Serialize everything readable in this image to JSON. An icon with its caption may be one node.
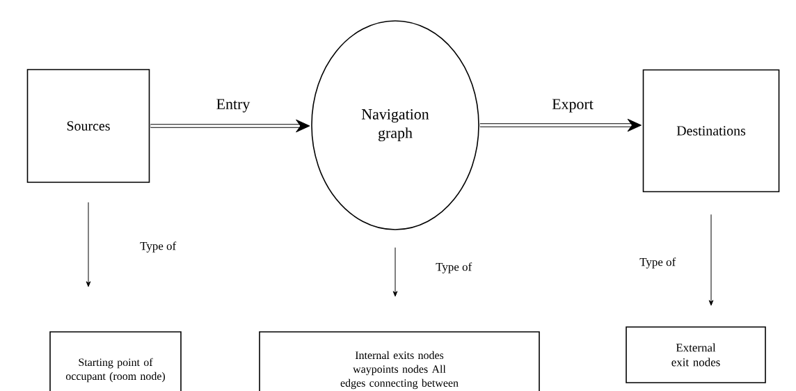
{
  "diagram": {
    "nodes": [
      {
        "text": [
          "Sources"
        ]
      },
      {
        "text": [
          "Navigation graph"
        ]
      },
      {
        "text": [
          "Destinations"
        ]
      },
      {
        "text": [
          "Starting point of occupant (room node)"
        ]
      },
      {
        "text": [
          "Internal exits nodes waypoints nodes All edges connecting between"
        ]
      },
      {
        "text": [
          "External exit nodes"
        ]
      }
    ],
    "edges": [
      {
        "from": 0,
        "to": 1,
        "arrow": "to",
        "label": "Entry",
        "style": "thick"
      },
      {
        "from": 1,
        "to": 2,
        "arrow": "to",
        "label": "Export",
        "style": "thick"
      },
      {
        "from": 0,
        "to": 3,
        "arrow": "to",
        "label": "Type of"
      },
      {
        "from": 1,
        "to": 4,
        "arrow": "to",
        "label": "Type of"
      },
      {
        "from": 2,
        "to": 5,
        "arrow": "to",
        "label": "Type of"
      }
    ]
  }
}
